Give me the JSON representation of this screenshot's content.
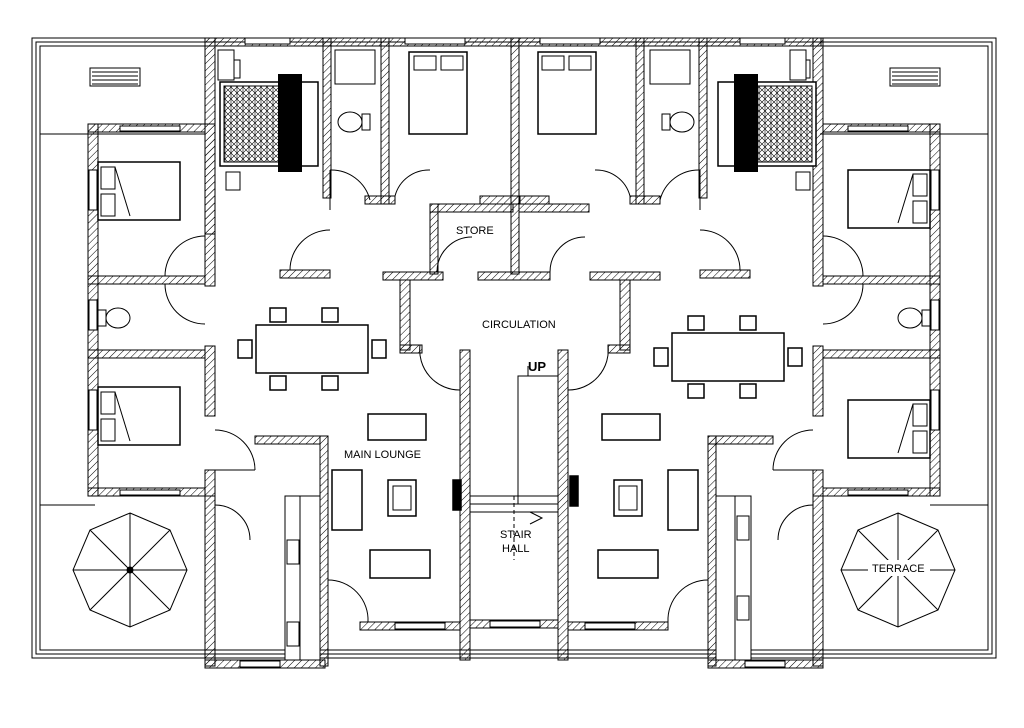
{
  "plan": {
    "labels": {
      "store": "STORE",
      "circulation": "CIRCULATION",
      "up": "UP",
      "main_lounge": "MAIN LOUNGE",
      "stair_line1": "STAIR",
      "stair_line2": "HALL",
      "terrace": "TERRACE"
    }
  },
  "colors": {
    "line": "#000000",
    "hatch": "#000000",
    "background": "#ffffff"
  }
}
